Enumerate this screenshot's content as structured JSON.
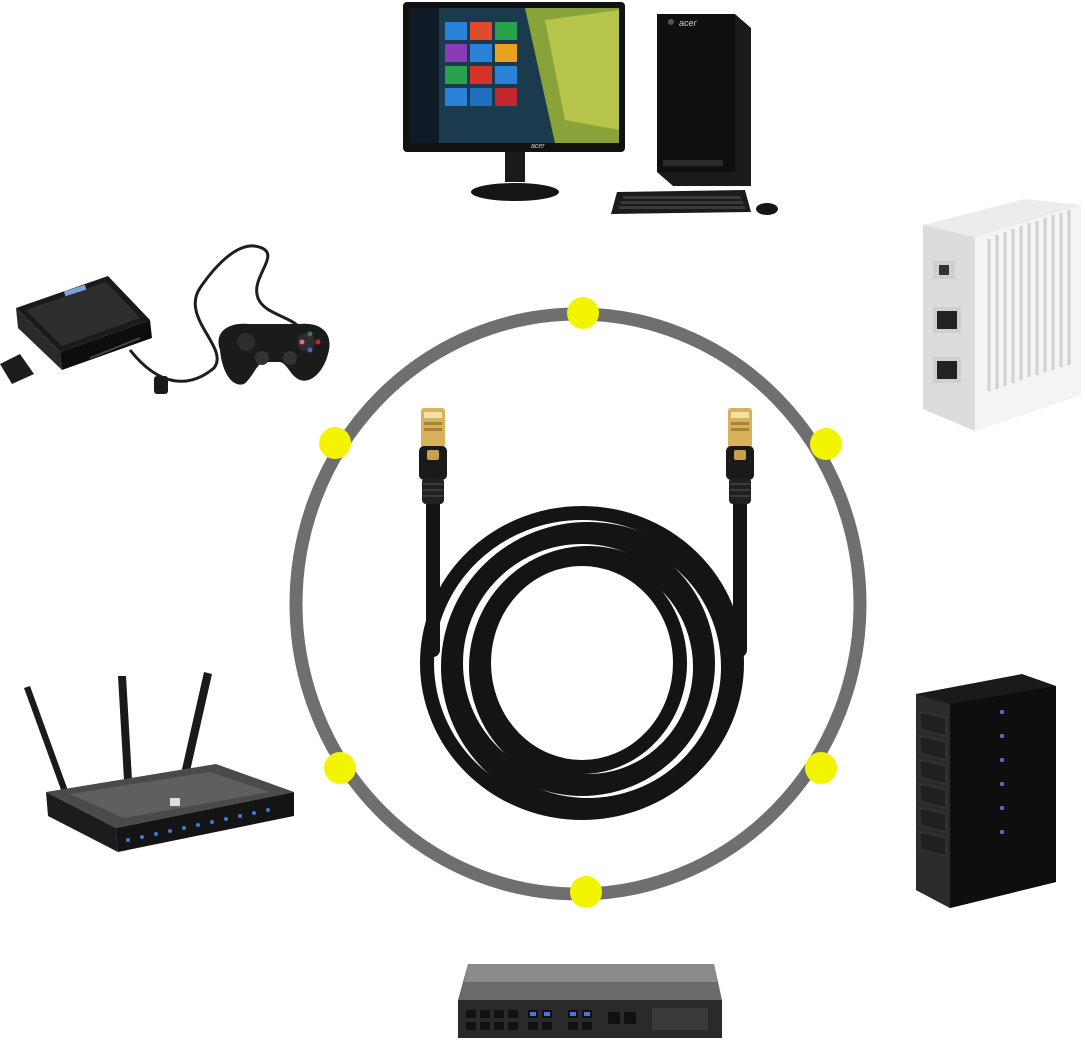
{
  "theme": {
    "ring": "#6f6f6f",
    "node": "#f3f400",
    "cable": "#141414",
    "connector": "#d8b25a",
    "background": "#ffffff"
  },
  "ring_nodes": [
    {
      "name": "ring-node-top"
    },
    {
      "name": "ring-node-upper-left"
    },
    {
      "name": "ring-node-upper-right"
    },
    {
      "name": "ring-node-lower-left"
    },
    {
      "name": "ring-node-lower-right"
    },
    {
      "name": "ring-node-bottom"
    }
  ],
  "devices": {
    "desktop": {
      "icon": "desktop-computer-icon",
      "brand": "acer"
    },
    "console": {
      "icon": "game-console-icon"
    },
    "modem": {
      "icon": "modem-icon"
    },
    "router": {
      "icon": "wireless-router-icon"
    },
    "server": {
      "icon": "server-rack-icon"
    },
    "switch": {
      "icon": "network-switch-icon"
    }
  },
  "cable": {
    "icon": "ethernet-cable-icon"
  }
}
